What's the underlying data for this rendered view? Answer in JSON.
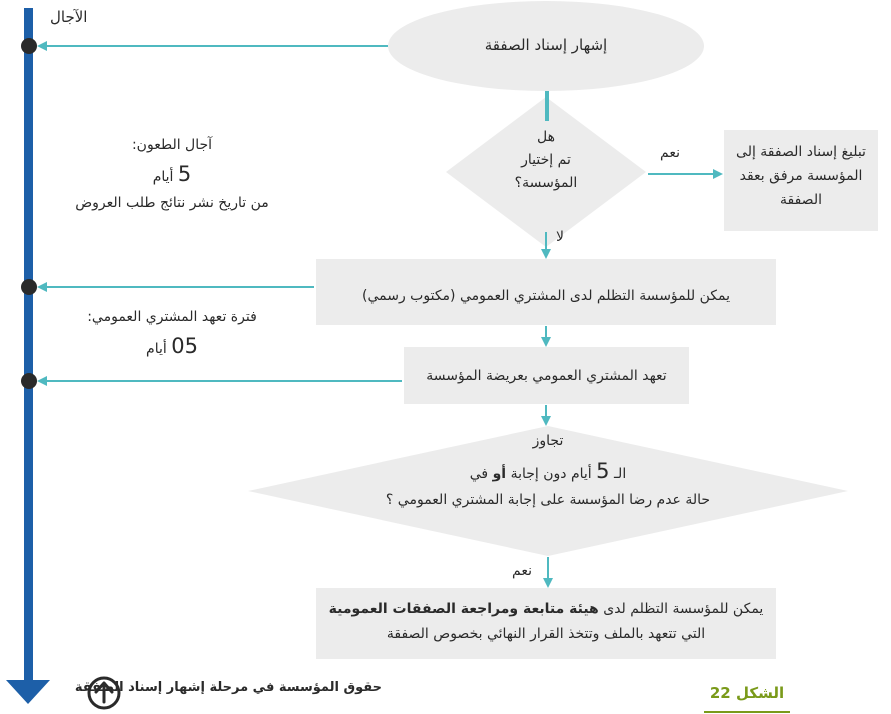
{
  "timeline": {
    "label": "الآجال"
  },
  "nodes": {
    "announce": {
      "text": "إشهار إسناد الصفقة"
    },
    "decision1": {
      "line1": "هل",
      "line2": "تم إختيار",
      "line3": "المؤسسة؟"
    },
    "notify": {
      "line1": "تبليغ إسناد الصفقة إلى",
      "line2": "المؤسسة مرفق بعقد",
      "line3": "الصفقة"
    },
    "complaint": {
      "text": "يمكن للمؤسسة التظلم لدى المشتري العمومي (مكتوب رسمي)"
    },
    "commit": {
      "text": "تعهد المشتري العمومي بعريضة المؤسسة"
    },
    "decision2": {
      "line1": "تجاوز",
      "line2_prefix": "الـ",
      "line2_number": "5",
      "line2_middle": "أيام دون إجابة",
      "line2_bold": "أو",
      "line2_suffix": "في",
      "line3": "حالة عدم رضا المؤسسة على إجابة المشتري العمومي ؟"
    },
    "final": {
      "line1_prefix": "يمكن للمؤسسة التظلم لدى",
      "line1_bold": "هيئة متابعة ومراجعة الصفقات العمومية",
      "line2": "التي تتعهد بالملف وتتخذ القرار النهائي بخصوص الصفقة"
    }
  },
  "edge_labels": {
    "yes1": "نعم",
    "no1": "لا",
    "yes2": "نعم"
  },
  "notes": {
    "appeals": {
      "title": "آجال الطعون:",
      "number": "5",
      "unit": "أيام",
      "detail": "من تاريخ نشر نتائج طلب العروض"
    },
    "commitment": {
      "title": "فترة تعهد المشتري العمومي:",
      "number": "05",
      "unit": "أيام"
    }
  },
  "footer": {
    "figure_label": "الشكل 22",
    "caption": "حقوق المؤسسة في مرحلة إشهار إسناد الصفقة"
  },
  "colors": {
    "shape_fill": "#ececec",
    "arrow": "#4fb9c0",
    "timeline": "#1d5fa8",
    "dot": "#2a2a2a",
    "figure_label": "#7a9a1a"
  }
}
